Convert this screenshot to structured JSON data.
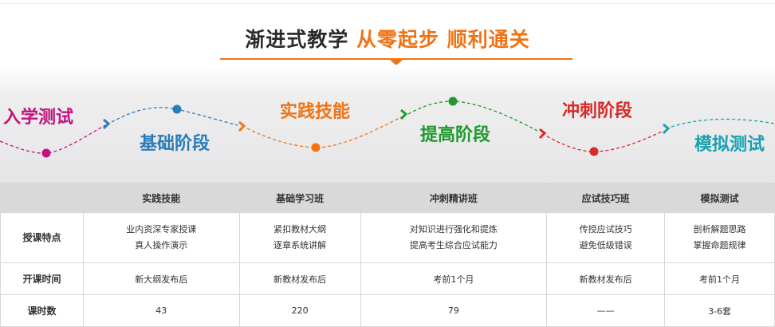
{
  "title": {
    "main": "渐进式教学",
    "accent": "从零起步 顺利通关"
  },
  "colors": {
    "accent": "#f07314",
    "stage_1": "#c0137e",
    "stage_2": "#2a7cb8",
    "stage_3": "#f07314",
    "stage_4": "#1e9a2e",
    "stage_5": "#d82a2a",
    "stage_6": "#17a2b2"
  },
  "stages": [
    "入学测试",
    "基础阶段",
    "实践技能",
    "提高阶段",
    "冲刺阶段",
    "模拟测试"
  ],
  "table": {
    "header": [
      "",
      "实践技能",
      "基础学习班",
      "冲刺精讲班",
      "应试技巧班",
      "模拟测试"
    ],
    "rows": [
      {
        "label": "授课特点",
        "cells": [
          [
            "业内资深专家授课",
            "真人操作演示"
          ],
          [
            "紧扣教材大纲",
            "逐章系统讲解"
          ],
          [
            "对知识进行强化和提炼",
            "提高考生综合应试能力"
          ],
          [
            "传授应试技巧",
            "避免低级错误"
          ],
          [
            "剖析解题思路",
            "掌握命题规律"
          ]
        ]
      },
      {
        "label": "开课时间",
        "cells": [
          "新大纲发布后",
          "新教材发布后",
          "考前1个月",
          "新教材发布后",
          "考前1个月"
        ]
      },
      {
        "label": "课时数",
        "cells": [
          "43",
          "220",
          "79",
          "——",
          "3-6套"
        ]
      }
    ]
  }
}
